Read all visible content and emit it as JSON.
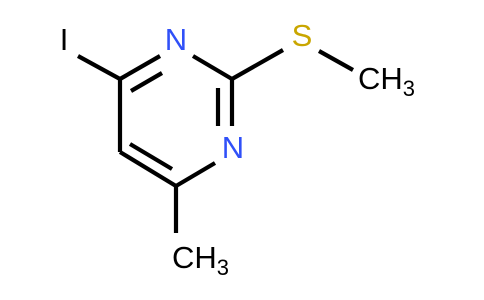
{
  "colors": {
    "bond": "#000000",
    "carbon_hydrogen_iodine": "#000000",
    "nitrogen": "#3050F8",
    "sulfur": "#C9A600"
  },
  "atoms": {
    "iodine": "I",
    "nitrogen_top": "N",
    "nitrogen_right": "N",
    "sulfur": "S",
    "methylthio_ch": "CH",
    "methylthio_sub": "3",
    "methyl_ch": "CH",
    "methyl_sub": "3"
  }
}
